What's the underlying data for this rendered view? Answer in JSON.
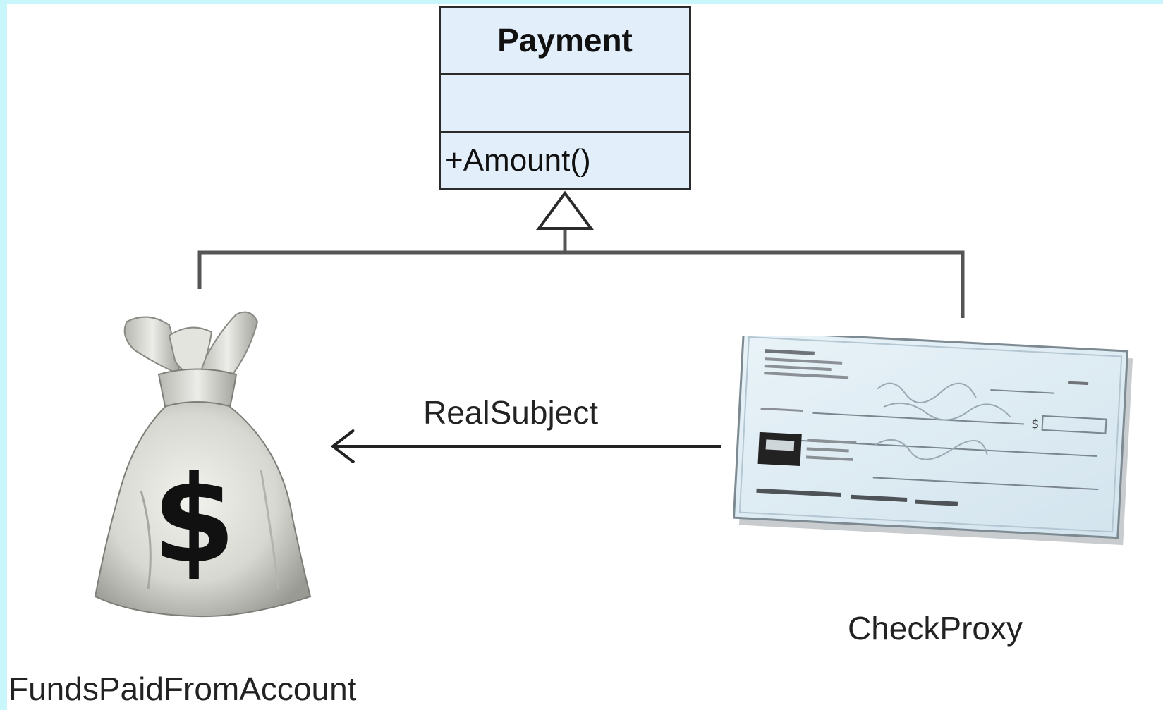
{
  "diagram": {
    "base_class": {
      "name": "Payment",
      "attributes": "",
      "operations": "+Amount()"
    },
    "association_label": "RealSubject",
    "left_node_label": "FundsPaidFromAccount",
    "right_node_label": "CheckProxy",
    "money_bag_symbol": "$",
    "icons": [
      "money-bag-icon",
      "bank-check-icon"
    ]
  }
}
